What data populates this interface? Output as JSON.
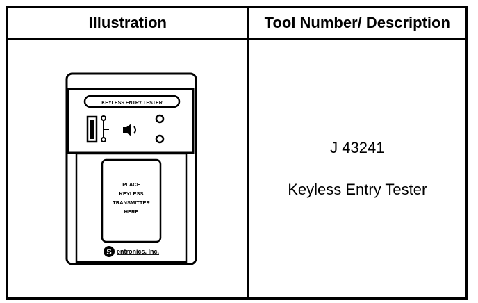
{
  "table": {
    "headers": {
      "illustration": "Illustration",
      "tool_description": "Tool Number/ Description"
    },
    "rows": [
      {
        "tool_number": "J 43241",
        "description": "Keyless Entry Tester",
        "illustration": {
          "device_label": "KEYLESS ENTRY TESTER",
          "instruction_lines": [
            "PLACE",
            "KEYLESS",
            "TRANSMITTER",
            "HERE"
          ],
          "brand_logo_letter": "S",
          "brand_text": "entronics, Inc.",
          "speaker_icon": "speaker-icon",
          "indicator_icon": "indicator-light-icon",
          "battery_icon": "battery-slot-icon"
        }
      }
    ]
  }
}
